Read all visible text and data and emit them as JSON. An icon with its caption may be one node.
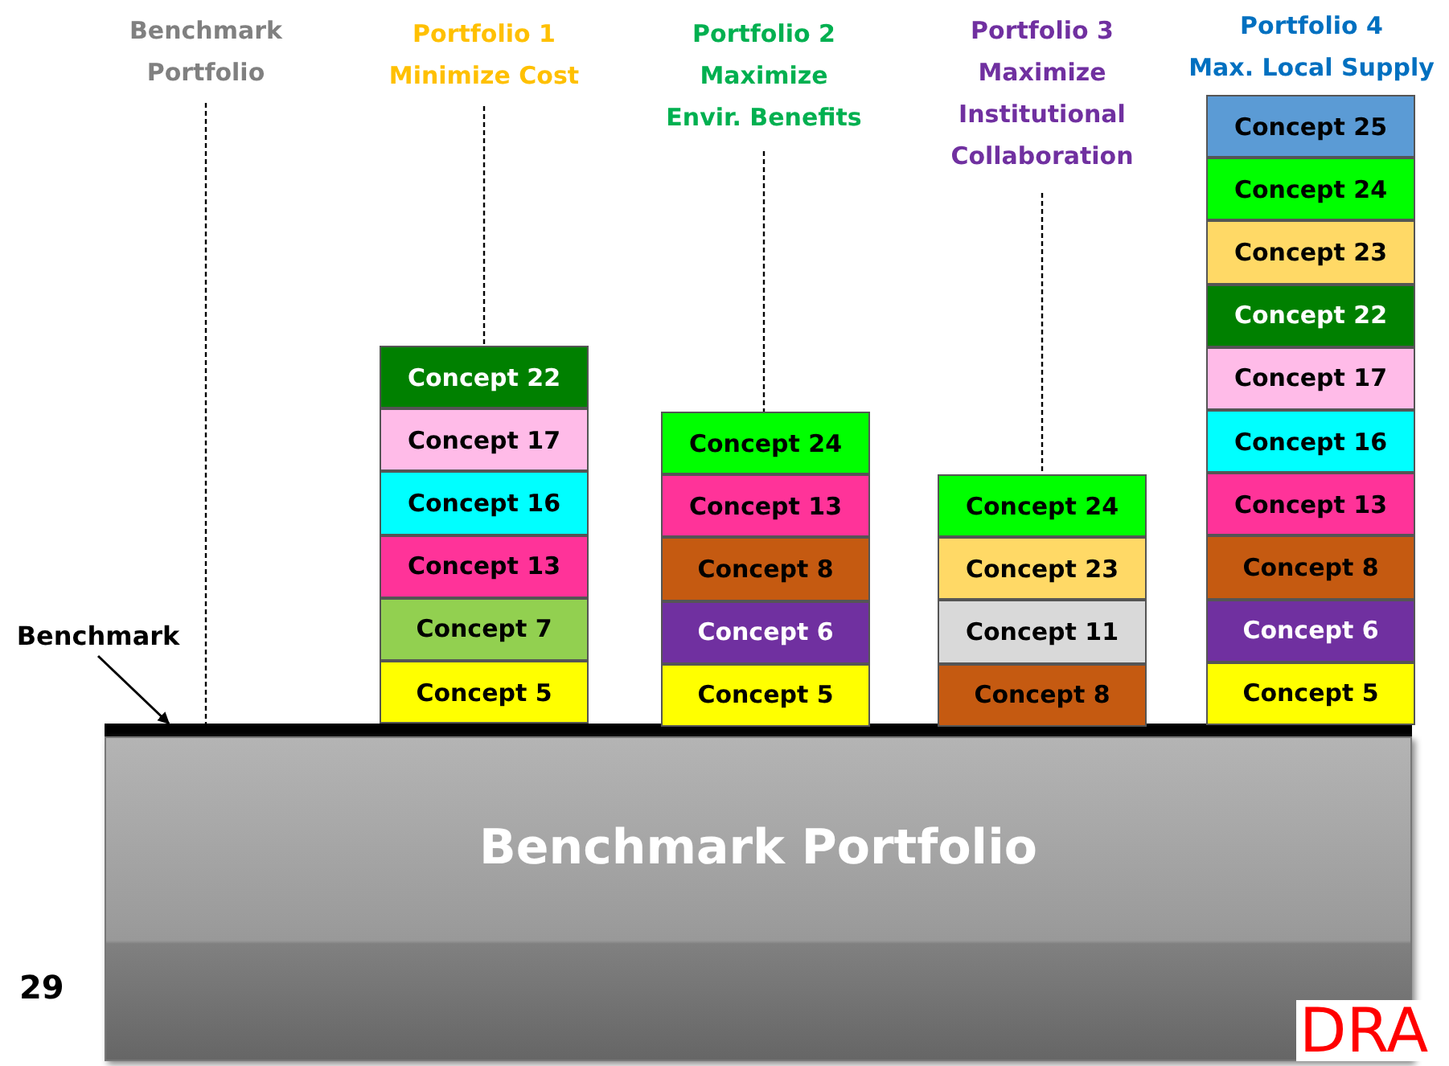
{
  "diagram": {
    "nodes": [
      {
        "text": [
          "Benchmark",
          "Portfolio"
        ]
      },
      {
        "text": [
          "Portfolio 1",
          "Minimize Cost"
        ]
      },
      {
        "text": [
          "Portfolio 2",
          "Maximize",
          "Envir. Benefits"
        ]
      },
      {
        "text": [
          "Portfolio 3",
          "Maximize",
          "Institutional",
          "Collaboration"
        ]
      },
      {
        "text": [
          "Portfolio 4",
          "Max. Local Supply"
        ]
      },
      {
        "text": [
          "Benchmark"
        ]
      },
      {
        "text": [],
        "shape": "bar"
      },
      {
        "text": [
          "Benchmark Portfolio"
        ]
      },
      {
        "text": [
          "Concept 22"
        ]
      },
      {
        "text": [
          "Concept 17"
        ]
      },
      {
        "text": [
          "Concept 16"
        ]
      },
      {
        "text": [
          "Concept 13"
        ]
      },
      {
        "text": [
          "Concept 7"
        ]
      },
      {
        "text": [
          "Concept 5"
        ]
      },
      {
        "text": [
          "Concept 24"
        ]
      },
      {
        "text": [
          "Concept 13"
        ]
      },
      {
        "text": [
          "Concept 8"
        ]
      },
      {
        "text": [
          "Concept 6"
        ]
      },
      {
        "text": [
          "Concept 5"
        ]
      },
      {
        "text": [
          "Concept 24"
        ]
      },
      {
        "text": [
          "Concept 23"
        ]
      },
      {
        "text": [
          "Concept 11"
        ]
      },
      {
        "text": [
          "Concept 8"
        ]
      },
      {
        "text": [
          "Concept 25"
        ]
      },
      {
        "text": [
          "Concept 24"
        ]
      },
      {
        "text": [
          "Concept 23"
        ]
      },
      {
        "text": [
          "Concept 22"
        ]
      },
      {
        "text": [
          "Concept 17"
        ]
      },
      {
        "text": [
          "Concept 16"
        ]
      },
      {
        "text": [
          "Concept 13"
        ]
      },
      {
        "text": [
          "Concept 8"
        ]
      },
      {
        "text": [
          "Concept 6"
        ]
      },
      {
        "text": [
          "Concept 5"
        ]
      }
    ],
    "edges": [
      {
        "from": 0,
        "to": 6,
        "arrow": "none",
        "style": "dashed"
      },
      {
        "from": 1,
        "to": 8,
        "arrow": "none",
        "style": "dashed"
      },
      {
        "from": 2,
        "to": 14,
        "arrow": "none",
        "style": "dashed"
      },
      {
        "from": 3,
        "to": 19,
        "arrow": "none",
        "style": "dashed"
      },
      {
        "from": 5,
        "to": 6,
        "arrow": "to"
      }
    ],
    "labels": [
      "29",
      "DRA"
    ]
  }
}
